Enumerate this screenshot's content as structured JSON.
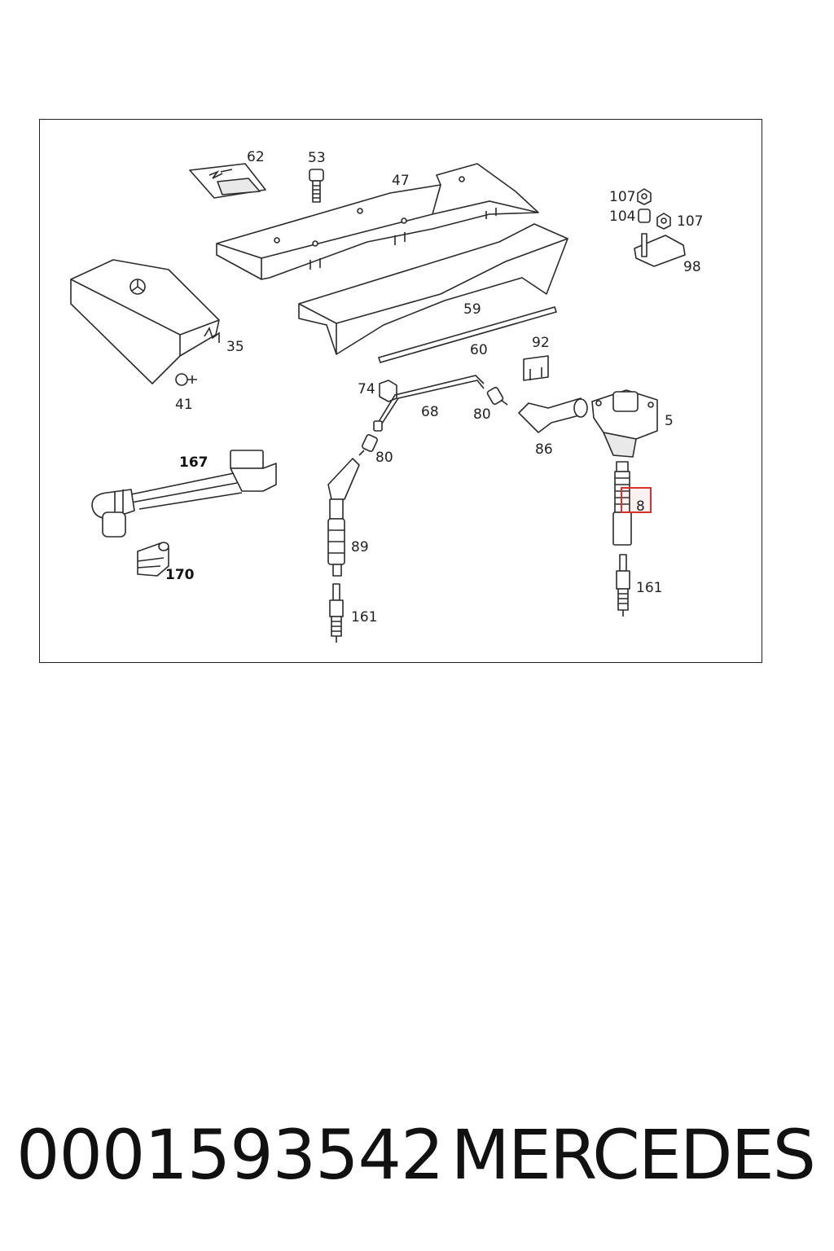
{
  "diagram": {
    "labels": {
      "l62": "62",
      "l53": "53",
      "l47": "47",
      "l107a": "107",
      "l104": "104",
      "l107b": "107",
      "l98": "98",
      "l59": "59",
      "l35": "35",
      "l60": "60",
      "l92": "92",
      "l41": "41",
      "l74": "74",
      "l68": "68",
      "l80a": "80",
      "l5": "5",
      "l80b": "80",
      "l86": "86",
      "l167": "167",
      "l8": "8",
      "l89": "89",
      "l170": "170",
      "l161a": "161",
      "l161b": "161"
    },
    "highlighted_part": "8",
    "highlight_color": "#d9302e"
  },
  "footer": {
    "part_number": "0001593542",
    "brand": "MERCEDES"
  }
}
